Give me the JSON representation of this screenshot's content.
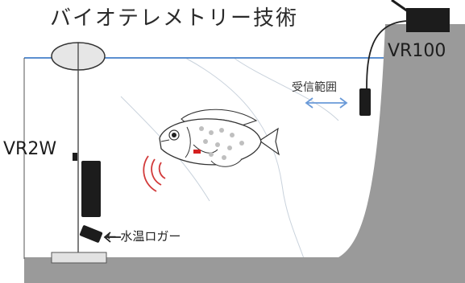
{
  "diagram": {
    "title": "バイオテレメトリー技術",
    "receiver_label": "VR100",
    "detection_range_label": "受信範囲",
    "transmitter_label": "VR2W",
    "logger_label": "← 水温ロガー",
    "colors": {
      "water_line": "#5b8fd0",
      "range_arrow": "#6a9ad8",
      "signal_waves": "#d23a3a",
      "fish_tag": "#d42020",
      "seabed": "#9a9a9a",
      "device": "#1c1c1c"
    }
  }
}
